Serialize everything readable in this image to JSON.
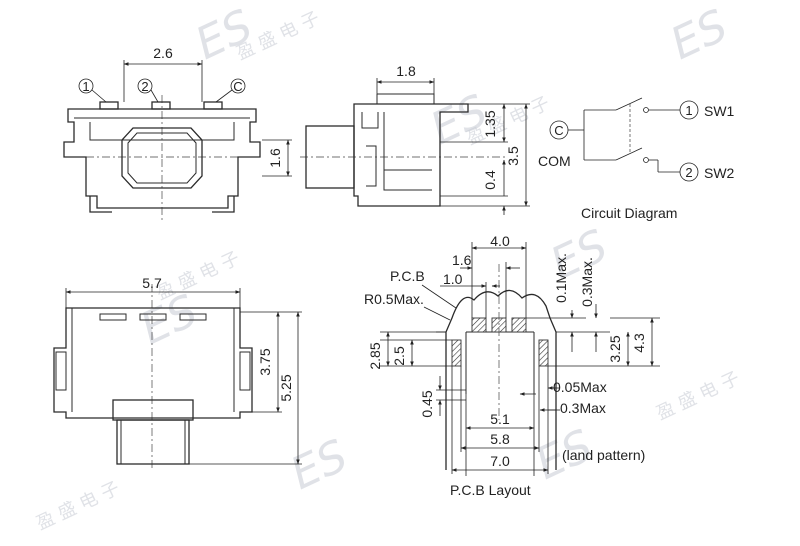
{
  "views": {
    "top": {
      "dims": {
        "pin_pitch": "2.6",
        "height": "1.6"
      },
      "pins": {
        "pin1": "1",
        "pin2": "2",
        "pinc": "C"
      }
    },
    "side": {
      "dims": {
        "width": "1.8",
        "upper": "1.35",
        "total": "3.5",
        "lower": "0.4"
      }
    },
    "front": {
      "dims": {
        "width": "5.7",
        "body_height": "3.75",
        "total_height": "5.25"
      }
    },
    "pcb": {
      "labels": {
        "pcb": "P.C.B",
        "radius": "R0.5Max.",
        "land": "(land pattern)",
        "title": "P.C.B Layout"
      },
      "dims": {
        "d4_0": "4.0",
        "d1_6": "1.6",
        "d1_0": "1.0",
        "d0_1max": "0.1Max.",
        "d0_3max": "0.3Max.",
        "d3_25": "3.25",
        "d4_3": "4.3",
        "d2_85": "2.85",
        "d2_5": "2.5",
        "d0_45": "0.45",
        "d0_05max": "0.05Max",
        "d0_3max_b": "0.3Max",
        "d5_1": "5.1",
        "d5_8": "5.8",
        "d7_0": "7.0"
      }
    },
    "circuit": {
      "title": "Circuit Diagram",
      "common": "COM",
      "common_pin": "C",
      "sw1": "SW1",
      "sw1_pin": "1",
      "sw2": "SW2",
      "sw2_pin": "2"
    }
  },
  "watermark": {
    "brand": "ES",
    "chars": "盈 盛 电 子"
  }
}
